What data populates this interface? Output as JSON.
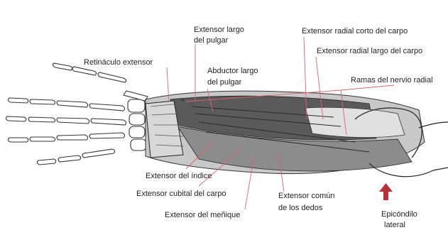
{
  "labels": {
    "retinaculo": "Retináculo extensor",
    "ext_largo_pulgar_1": "Extensor largo",
    "ext_largo_pulgar_2": "del pulgar",
    "abductor_1": "Abductor largo",
    "abductor_2": "del pulgar",
    "ext_radial_corto": "Extensor radial corto del carpo",
    "ext_radial_largo": "Extensor radial largo del carpo",
    "ramas_nervio": "Ramas del nervio radial",
    "ext_indice": "Extensor del índice",
    "ext_cubital": "Extensor cubital del carpo",
    "ext_menique": "Extensor del meñique",
    "ext_comun_1": "Extensor común",
    "ext_comun_2": "de los dedos",
    "epicondilo_1": "Epicóndilo",
    "epicondilo_2": "lateral",
    "asterisk": "*"
  },
  "colors": {
    "line": "#d8646e",
    "arrow": "#b8323c",
    "muscle_dark": "#5a5a5a",
    "muscle_mid": "#8c8c8c",
    "muscle_light": "#c8c8c8",
    "bone_outline": "#333333"
  }
}
